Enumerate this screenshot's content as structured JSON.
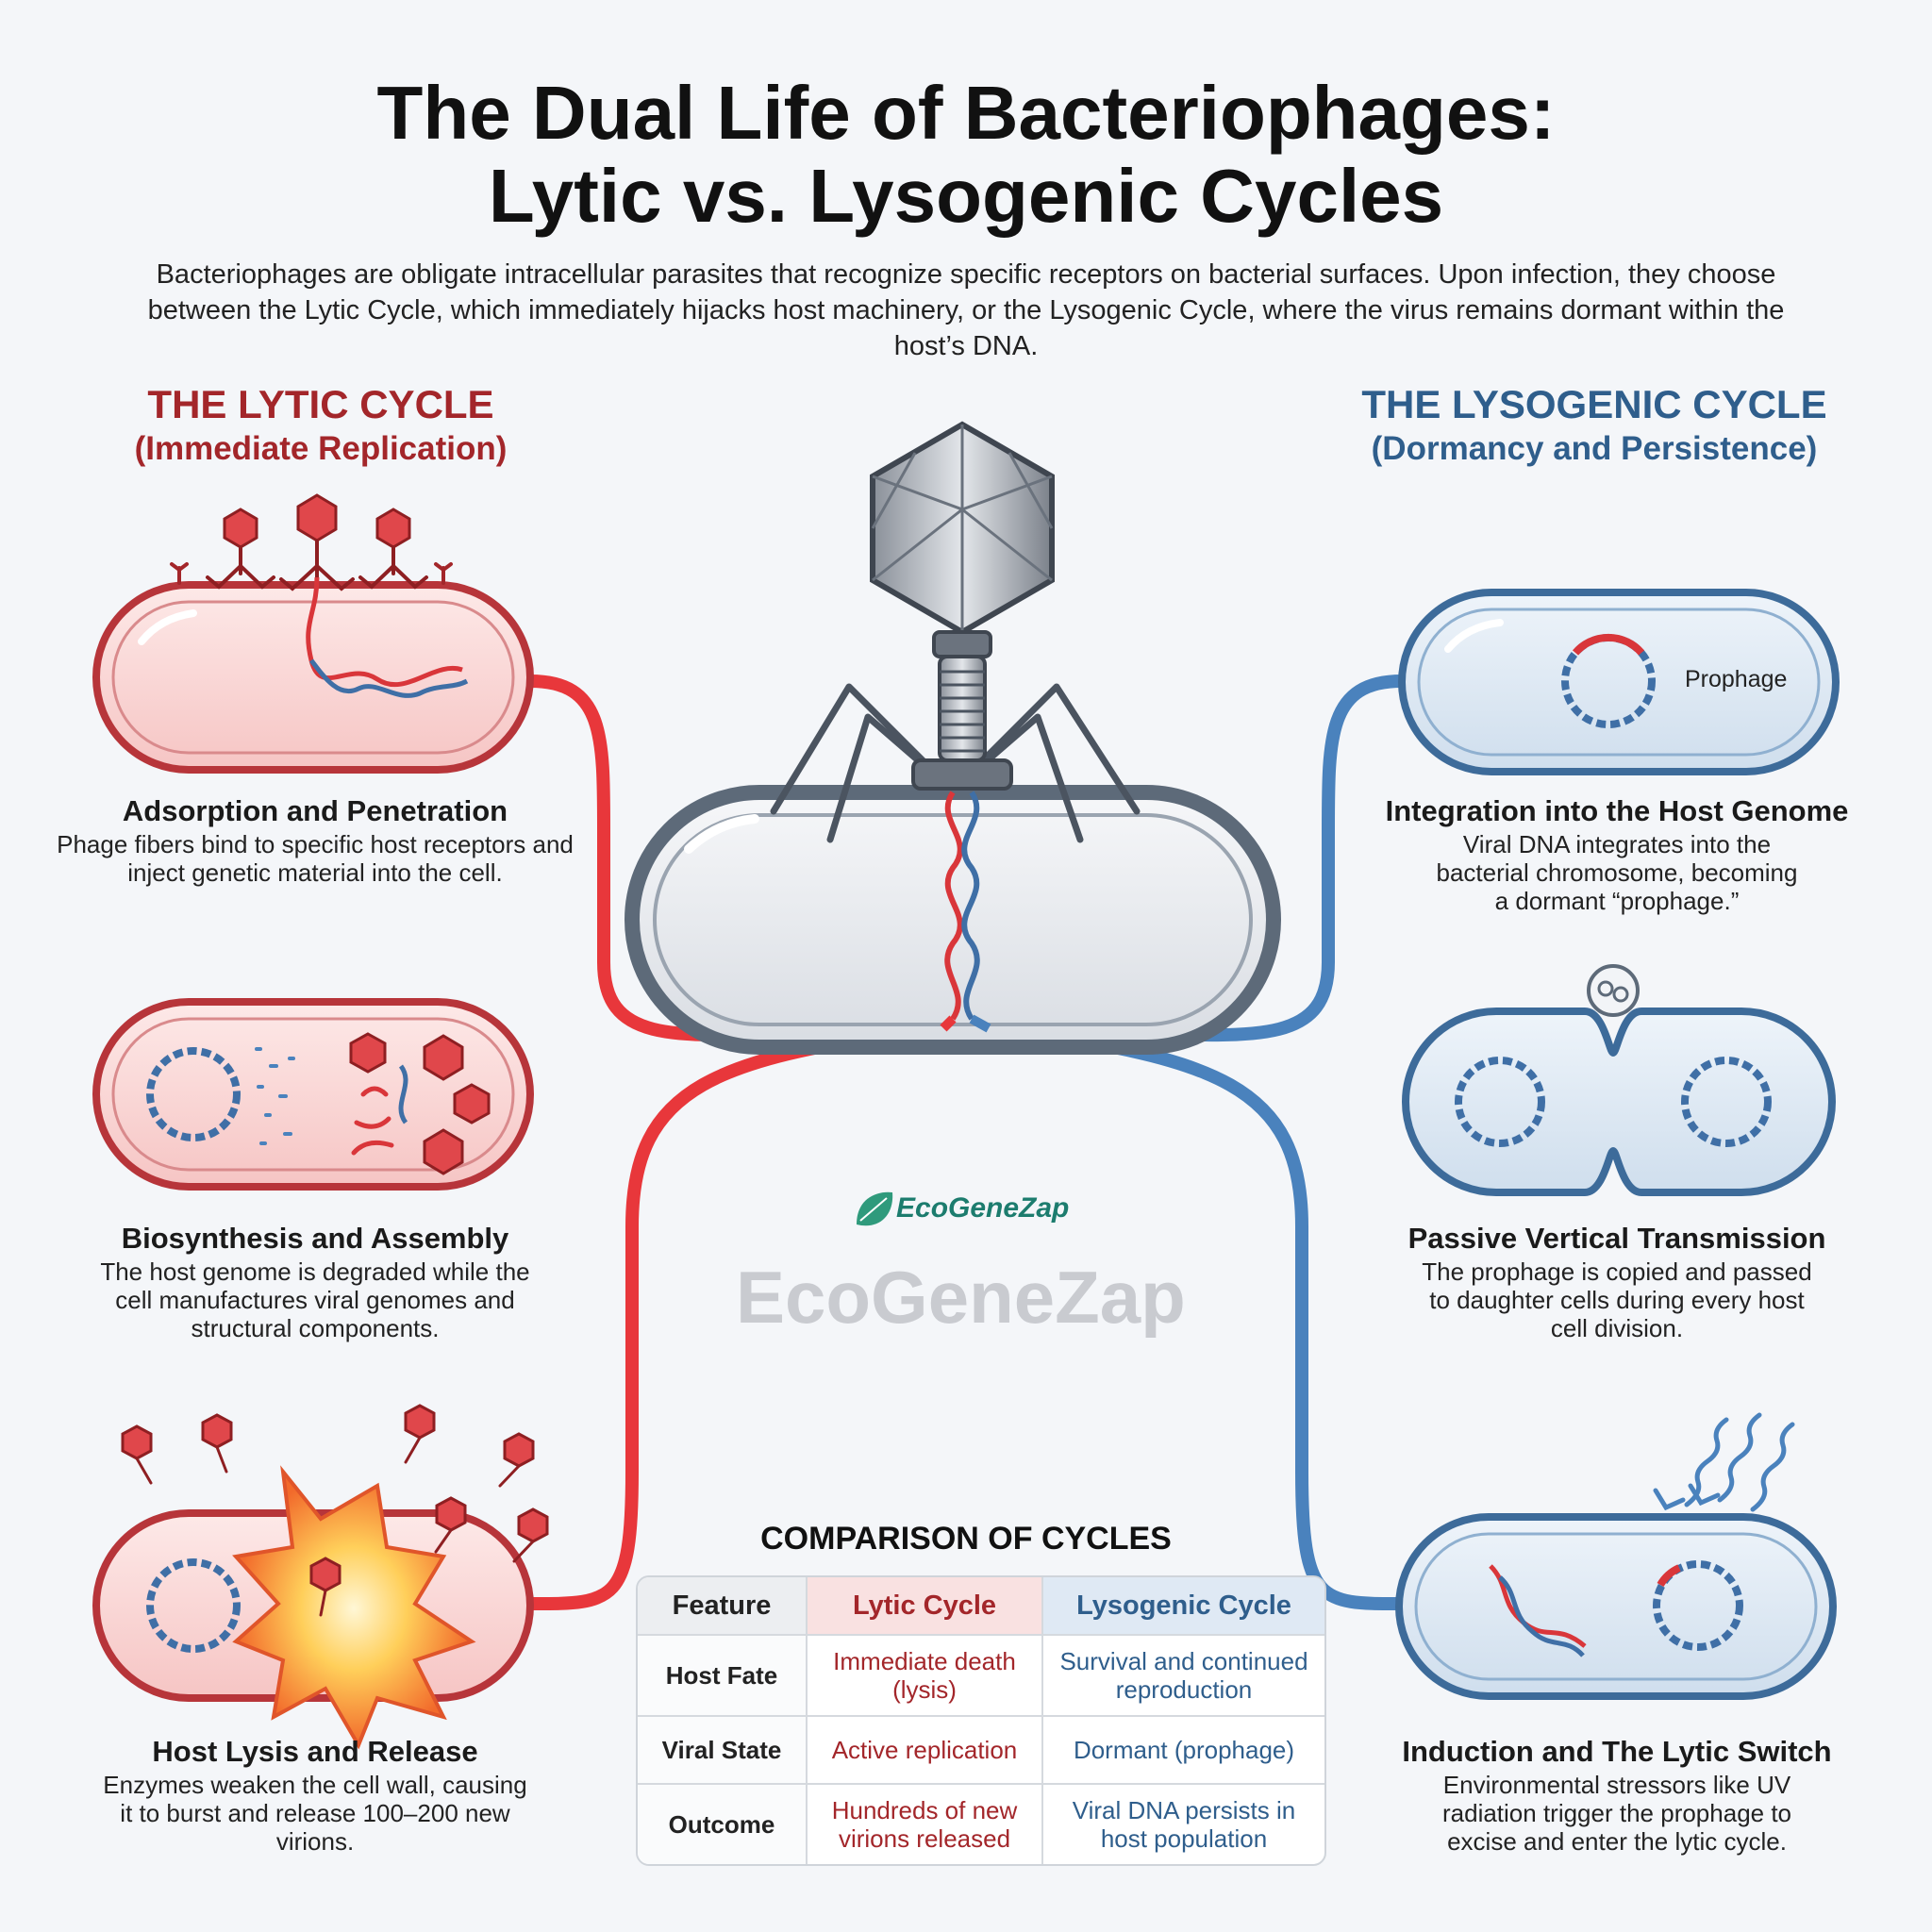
{
  "title": {
    "line1": "The Dual Life of Bacteriophages:",
    "line2": "Lytic vs. Lysogenic Cycles"
  },
  "intro": "Bacteriophages are obligate intracellular parasites that recognize specific receptors on bacterial surfaces. Upon infection, they choose between the Lytic Cycle, which immediately hijacks host machinery, or the Lysogenic Cycle, where the virus remains dormant within the host’s DNA.",
  "lytic": {
    "heading": "THE LYTIC CYCLE",
    "subheading": "(Immediate Replication)",
    "steps": [
      {
        "title": "Adsorption and Penetration",
        "desc": "Phage fibers bind to specific host receptors and inject genetic material into the cell."
      },
      {
        "title": "Biosynthesis and Assembly",
        "desc": "The host genome is degraded while the cell manufactures viral genomes and structural components."
      },
      {
        "title": "Host Lysis and Release",
        "desc": "Enzymes weaken the cell wall, causing it to burst and release 100–200 new virions."
      }
    ]
  },
  "lysogenic": {
    "heading": "THE LYSOGENIC CYCLE",
    "subheading": "(Dormancy and Persistence)",
    "prophage_label": "Prophage",
    "steps": [
      {
        "title": "Integration into the Host Genome",
        "desc": "Viral DNA integrates into the bacterial chromosome, becoming a dormant “prophage.”"
      },
      {
        "title": "Passive Vertical Transmission",
        "desc": "The prophage is copied and passed to daughter cells during every host cell division."
      },
      {
        "title": "Induction and The Lytic Switch",
        "desc": "Environmental stressors like UV radiation trigger the prophage to excise and enter the lytic cycle."
      }
    ]
  },
  "watermark": {
    "small": "EcoGeneZap",
    "large": "EcoGeneZap"
  },
  "comparison": {
    "title": "COMPARISON OF CYCLES",
    "headers": [
      "Feature",
      "Lytic Cycle",
      "Lysogenic Cycle"
    ],
    "rows": [
      {
        "feature": "Host Fate",
        "lytic": "Immediate death (lysis)",
        "lysogenic": "Survival and continued reproduction"
      },
      {
        "feature": "Viral State",
        "lytic": "Active replication",
        "lysogenic": "Dormant (prophage)"
      },
      {
        "feature": "Outcome",
        "lytic": "Hundreds of new virions released",
        "lysogenic": "Viral DNA persists in host population"
      }
    ]
  },
  "colors": {
    "lytic": "#a3262a",
    "lysogenic": "#2f5e8c",
    "lytic_line": "#e8373b",
    "lysogenic_line": "#4a82bd"
  }
}
